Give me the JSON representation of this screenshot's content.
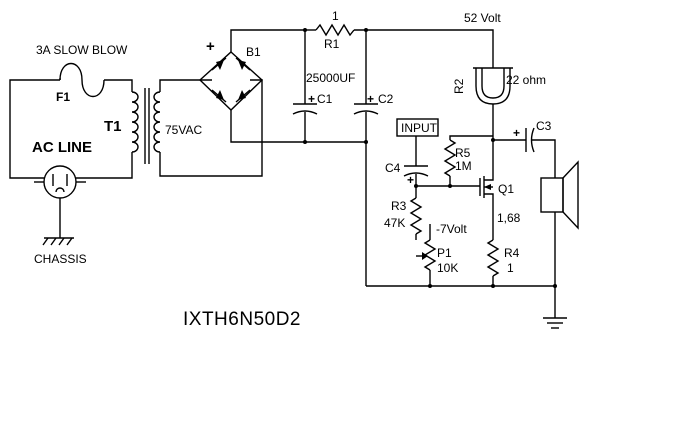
{
  "labels": {
    "fuse_rating": "3A SLOW BLOW",
    "fuse": "F1",
    "transformer": "T1",
    "transformer_voltage": "75VAC",
    "ac_line": "AC LINE",
    "chassis": "CHASSIS",
    "bridge": "B1",
    "bridge_plus": "+",
    "r1": "R1",
    "r1_value": "1",
    "c1": "C1",
    "c1_plus": "+",
    "c2": "C2",
    "c2_plus": "+",
    "cap_value": "25000UF",
    "supply_voltage": "52 Volt",
    "r2": "R2",
    "r2_value": "22 ohm",
    "c3": "C3",
    "c3_plus": "+",
    "input": "INPUT",
    "r5": "R5",
    "r5_value": "1M",
    "c4": "C4",
    "c4_plus": "+",
    "q1": "Q1",
    "r3": "R3",
    "r3_value": "47K",
    "gate_voltage": "-7Volt",
    "p1": "P1",
    "p1_value": "10K",
    "source_voltage": "1,68",
    "r4": "R4",
    "r4_value": "1",
    "part_number": "IXTH6N50D2"
  }
}
